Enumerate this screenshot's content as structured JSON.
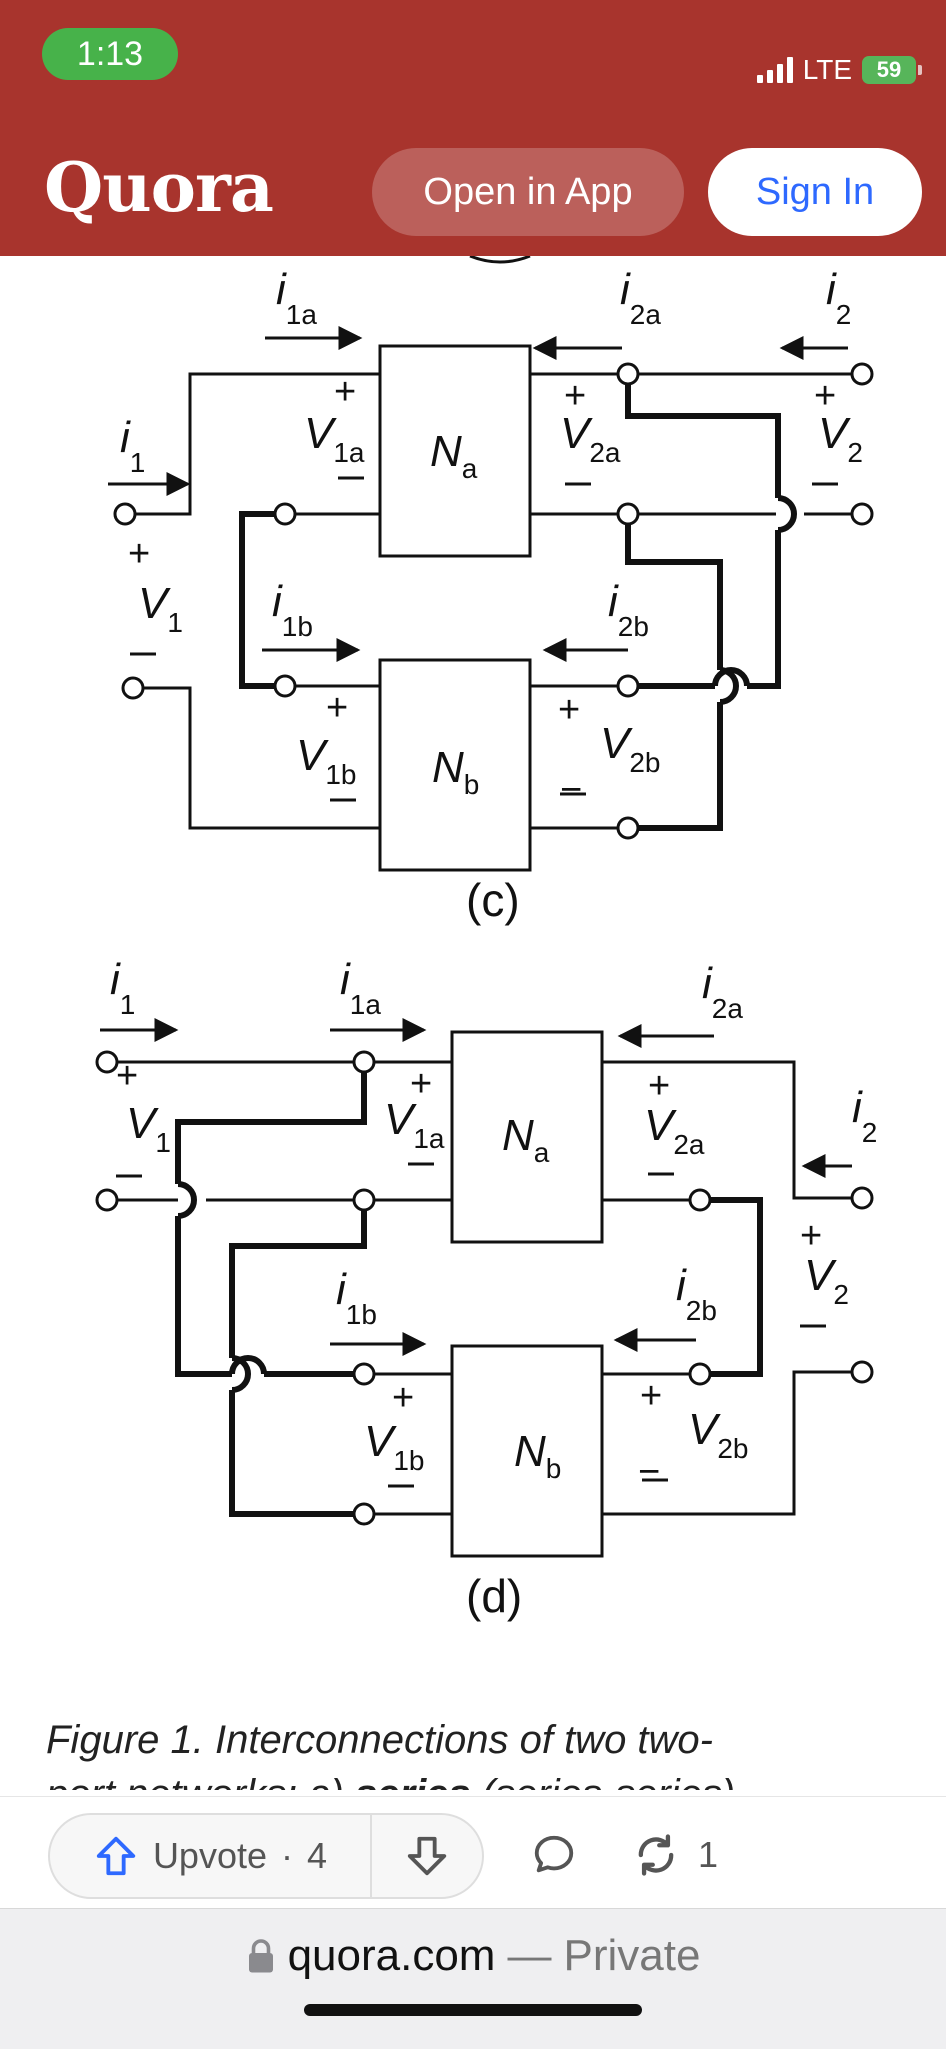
{
  "status_bar": {
    "time": "1:13",
    "network": "LTE",
    "battery": "59"
  },
  "header": {
    "logo": "Quora",
    "open_in_app": "Open in App",
    "sign_in": "Sign In"
  },
  "figure": {
    "panel_c": {
      "label": "(c)",
      "boxes": {
        "na": "N",
        "na_sub": "a",
        "nb": "N",
        "nb_sub": "b"
      }
    },
    "panel_d": {
      "label": "(d)",
      "boxes": {
        "na": "N",
        "na_sub": "a",
        "nb": "N",
        "nb_sub": "b"
      }
    },
    "symbols": {
      "i": "i",
      "v": "V",
      "plus": "+",
      "minus": "−",
      "s1": "1",
      "s2": "2",
      "s1a": "1a",
      "s1b": "1b",
      "s2a": "2a",
      "s2b": "2b"
    }
  },
  "caption": {
    "line1": "Figure 1. Interconnections of two two-",
    "line2_prefix": "port networks: a) ",
    "line2_bold": "series",
    "line2_suffix": " (series-series)"
  },
  "actions": {
    "upvote_label": "Upvote",
    "upvote_separator": "·",
    "upvote_count": "4",
    "share_count": "1"
  },
  "browser": {
    "url": "quora.com",
    "separator": "—",
    "mode": "Private"
  },
  "colors": {
    "brand": "#a8342d",
    "accent": "#2e69ff",
    "status_green": "#47b24a"
  }
}
